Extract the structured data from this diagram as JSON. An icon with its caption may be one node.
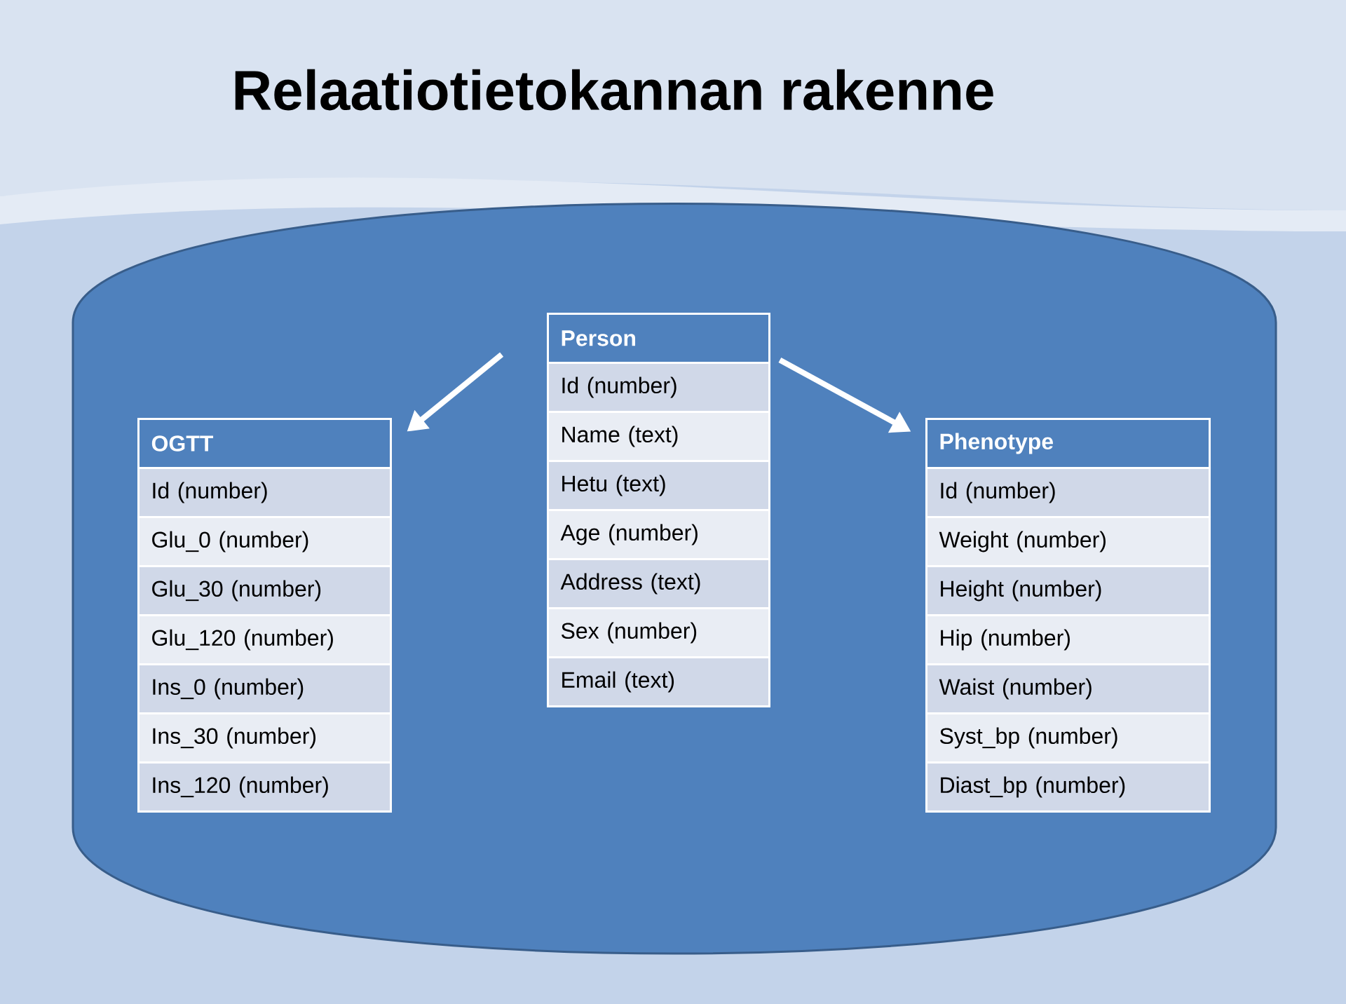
{
  "diagram": {
    "title": "Relaatiotietokannan rakenne",
    "nodes": [
      {
        "text": [],
        "shape": "cylinder"
      },
      {
        "text": [
          "OGTT",
          "Id (number)",
          "Glu_0 (number)",
          "Glu_30 (number)",
          "Glu_120 (number)",
          "Ins_0 (number)",
          "Ins_30 (number)",
          "Ins_120 (number)"
        ],
        "in": 0
      },
      {
        "text": [
          "Person",
          "Id (number)",
          "Name (text)",
          "Hetu (text)",
          "Age (number)",
          "Address (text)",
          "Sex (number)",
          "Email (text)"
        ],
        "in": 0
      },
      {
        "text": [
          "Phenotype",
          "Id (number)",
          "Weight (number)",
          "Height (number)",
          "Hip (number)",
          "Waist (number)",
          "Syst_bp (number)",
          "Diast_bp (number)"
        ],
        "in": 0
      }
    ],
    "edges": [
      {
        "from": 2,
        "to": 1,
        "arrow": "to"
      },
      {
        "from": 2,
        "to": 3,
        "arrow": "to"
      }
    ]
  }
}
